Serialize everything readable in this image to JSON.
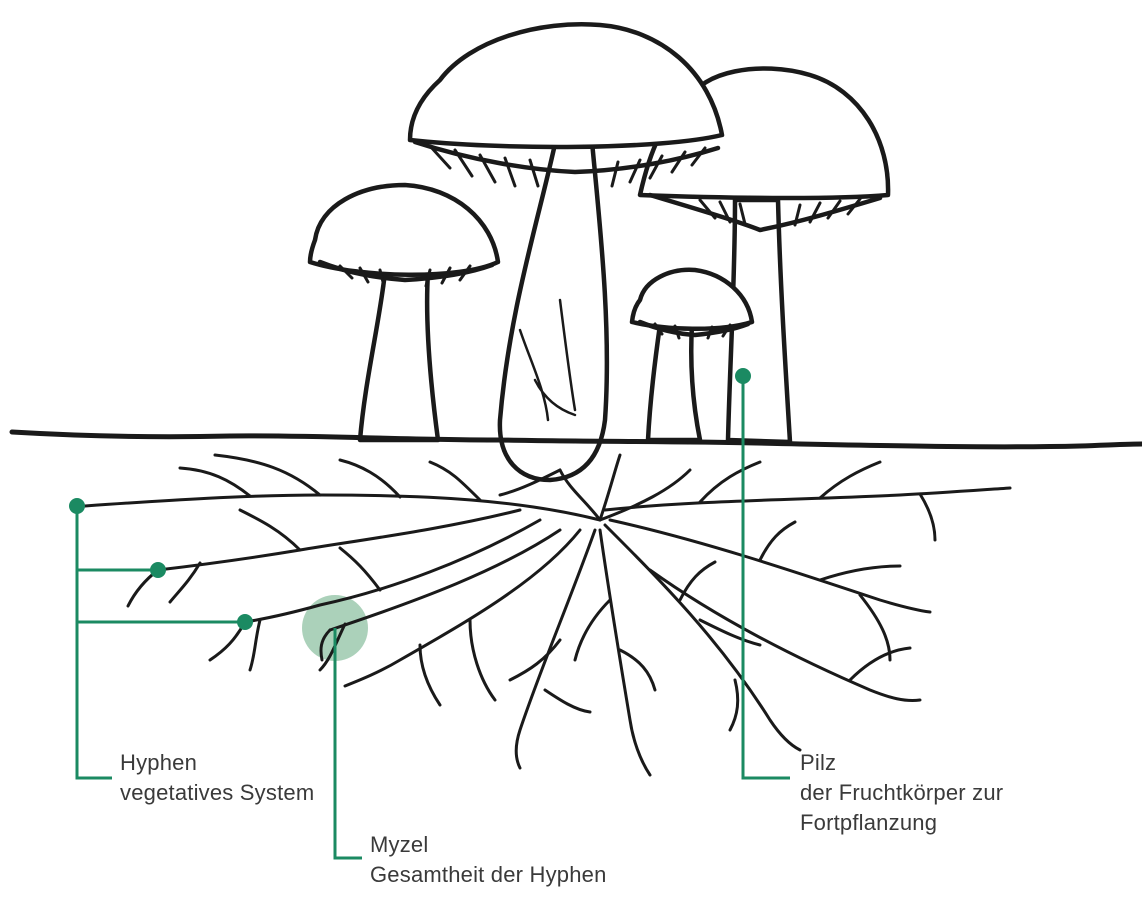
{
  "colors": {
    "accent": "#1b8a62",
    "highlight": "#8fc2a3",
    "ink": "#1a1a1a",
    "text": "#3a3a3a"
  },
  "labels": {
    "hyphen": {
      "title": "Hyphen",
      "subtitle": "vegetatives System"
    },
    "myzel": {
      "title": "Myzel",
      "subtitle": "Gesamtheit der Hyphen"
    },
    "pilz": {
      "title": "Pilz",
      "line2": "der Fruchtkörper zur",
      "line3": "Fortpflanzung"
    }
  }
}
